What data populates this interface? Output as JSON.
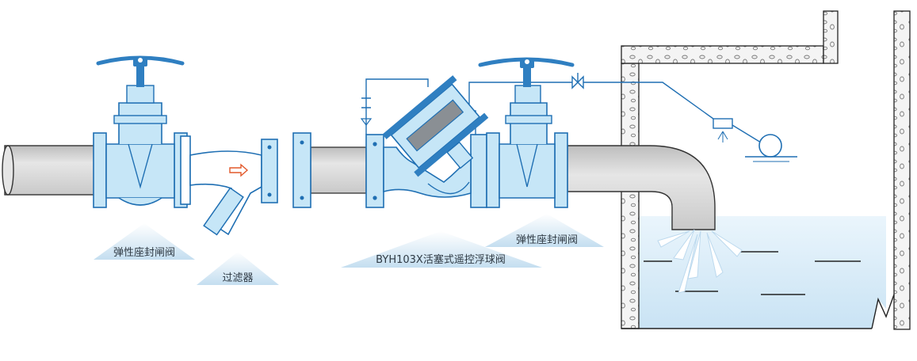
{
  "diagram": {
    "labels": {
      "gate_valve_left": "弹性座封闸阀",
      "strainer": "过滤器",
      "float_valve": "BYH103X活塞式遥控浮球阀",
      "gate_valve_right": "弹性座封闸阀"
    },
    "colors": {
      "valve_fill": "#c6e6f7",
      "valve_stroke": "#1f6fb3",
      "handwheel": "#2f7fc1",
      "pipe_fill": "#dcdcdc",
      "pipe_stroke": "#3a3a3a",
      "water": "#d7ecf8",
      "flow_arrow": "#e2582a",
      "label_fan": "#cbe4f2",
      "tank_wall": "#f2f2f2"
    },
    "icons": [
      "handwheel-icon",
      "flow-direction-arrow-icon",
      "float-ball-icon",
      "needle-valve-icon",
      "spray-nozzle-icon"
    ]
  }
}
